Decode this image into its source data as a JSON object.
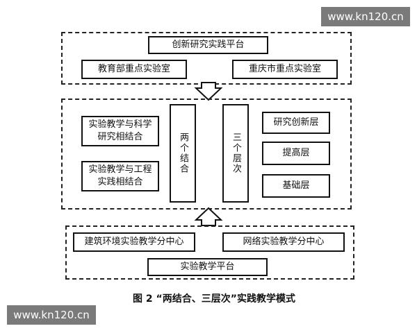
{
  "watermark": "www.kn120.cn",
  "top_platform": {
    "title": "创新研究实践平台",
    "left_lab": "教育部重点实验室",
    "right_lab": "重庆市重点实验室"
  },
  "middle": {
    "combo_1": "实验教学与科学研究相结合",
    "combo_2": "实验教学与工程实践相结合",
    "two_combinations": "两个结合",
    "three_levels": "三个层次",
    "level_research": "研究创新层",
    "level_improve": "提高层",
    "level_basic": "基础层"
  },
  "bottom_platform": {
    "left_center": "建筑环境实验教学分中心",
    "right_center": "网络实验教学分中心",
    "title": "实验教学平台"
  },
  "caption": "图 2 “两结合、三层次”实践教学模式"
}
